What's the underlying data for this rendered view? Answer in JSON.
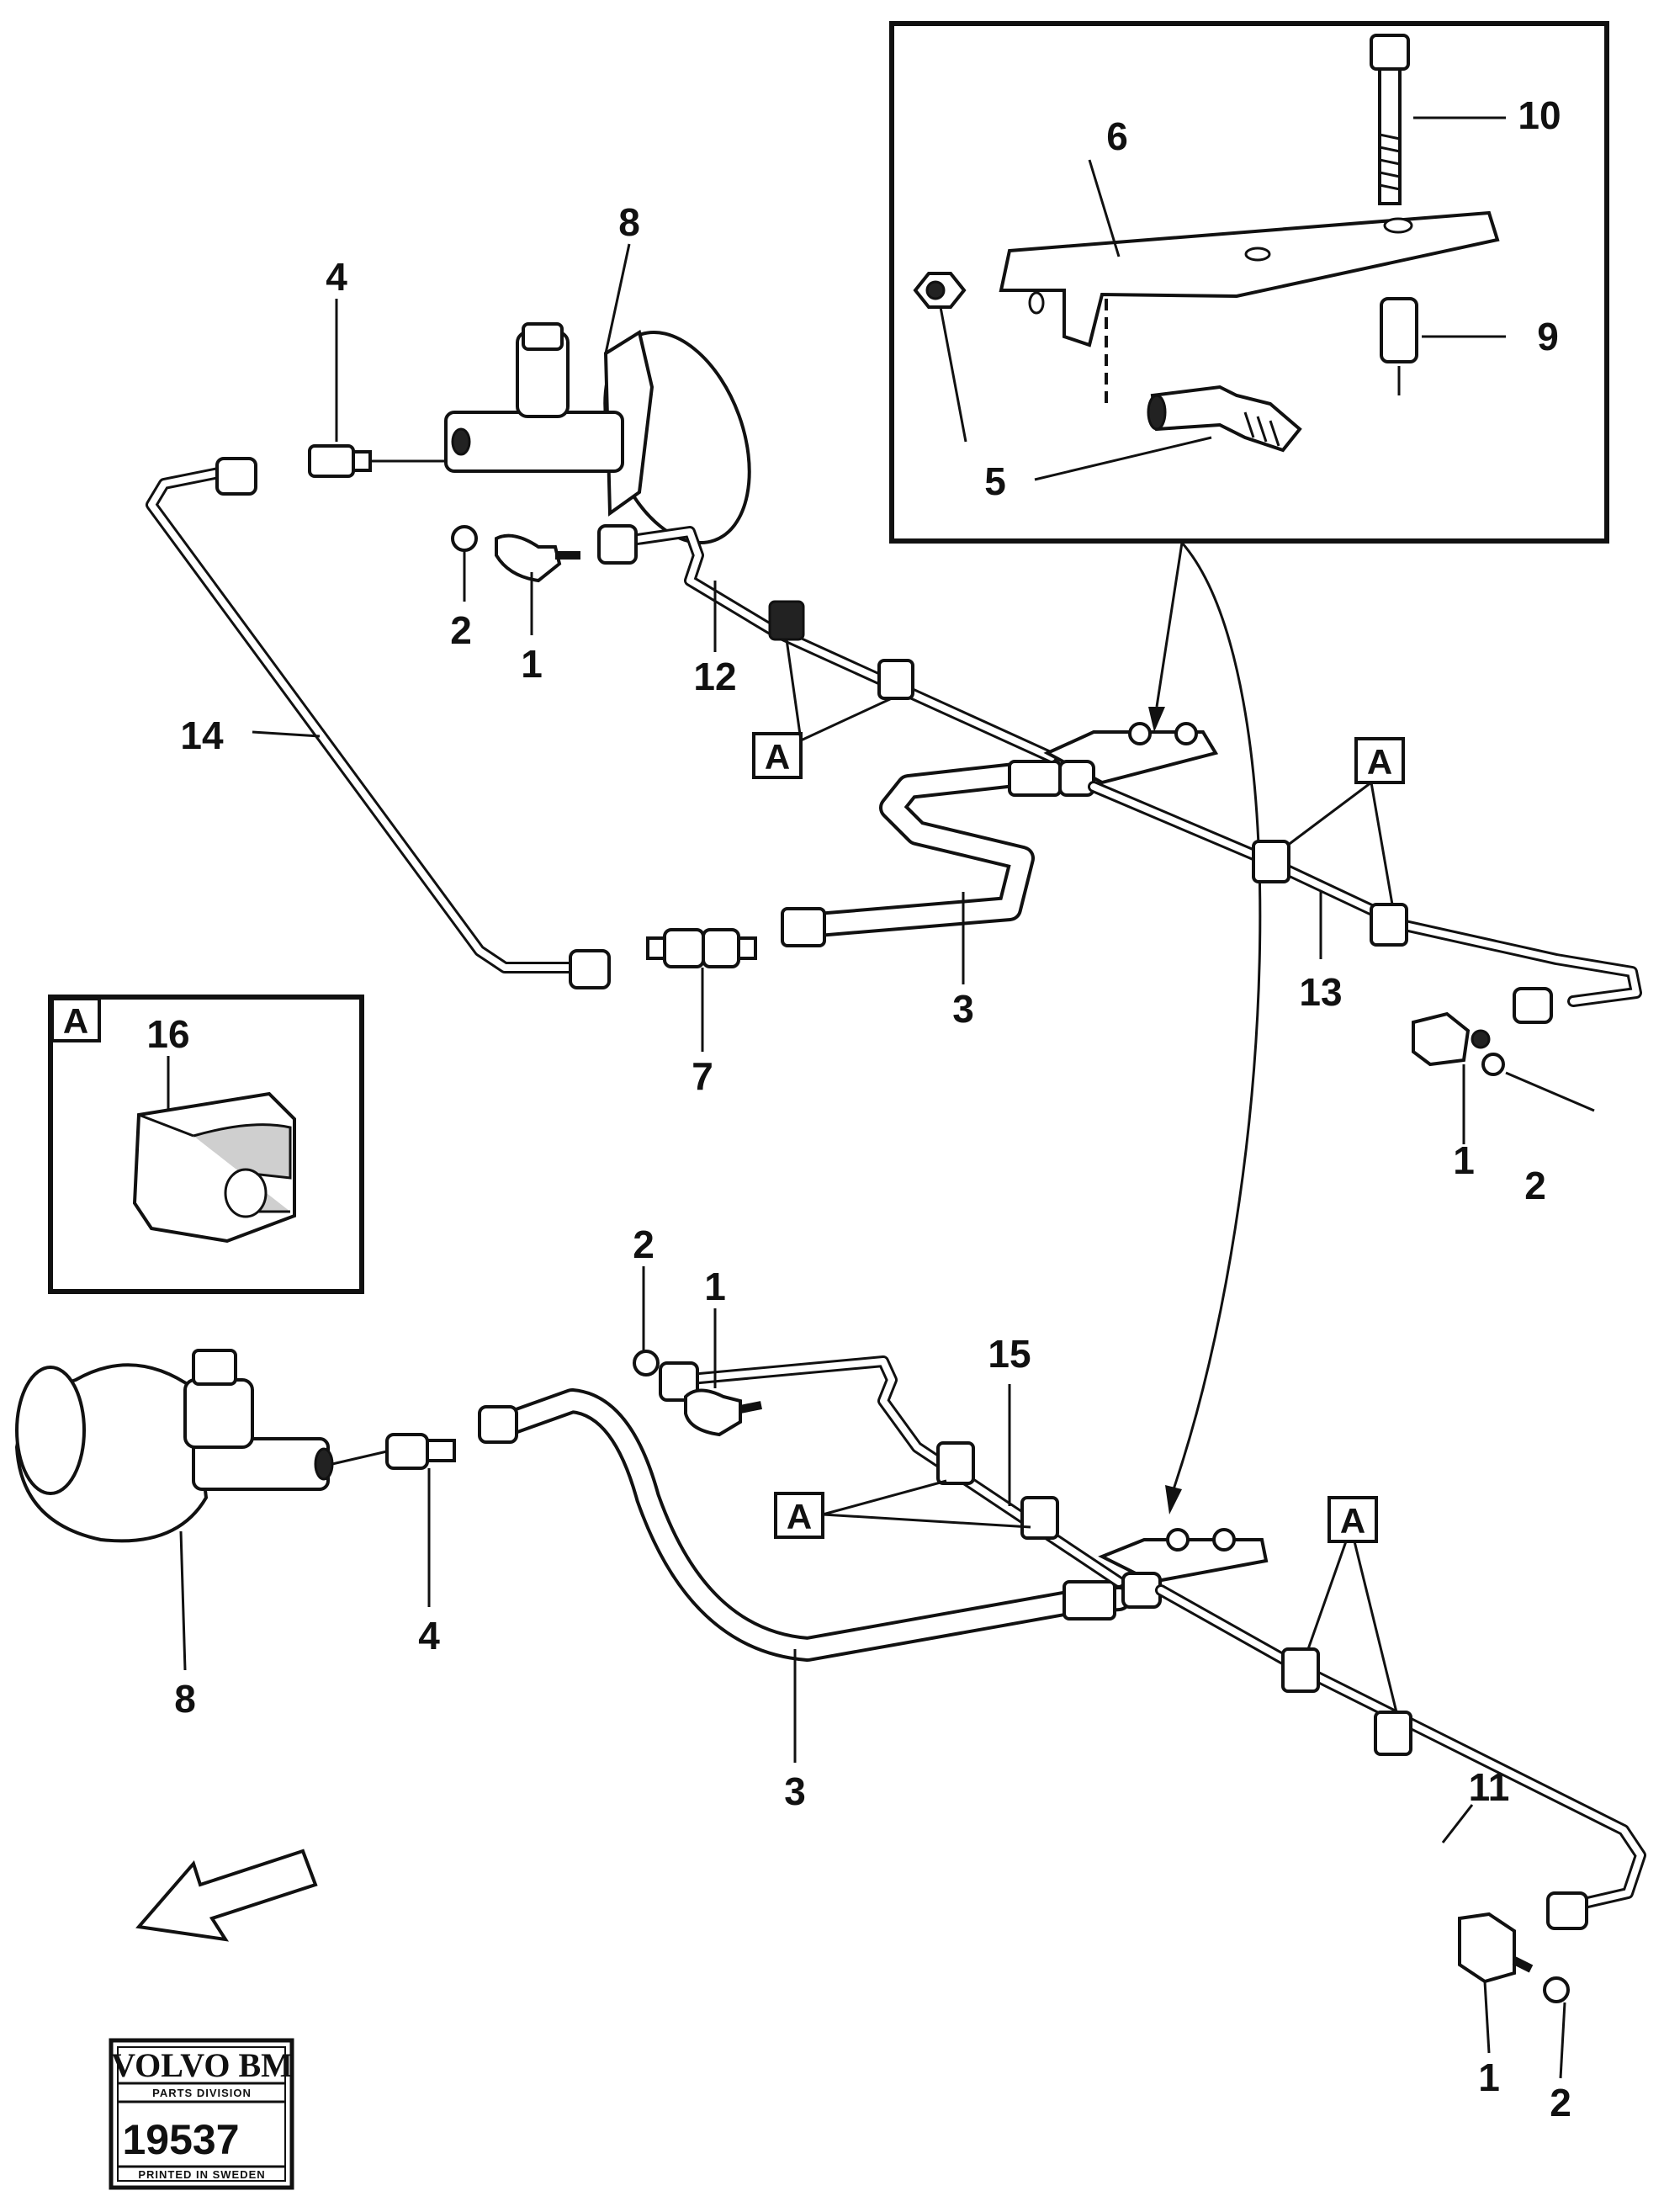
{
  "callouts": {
    "top": {
      "n8": "8",
      "n4": "4",
      "n2": "2",
      "n1": "1",
      "n12": "12",
      "n14": "14",
      "n7": "7",
      "n3": "3",
      "n13": "13",
      "n1b": "1",
      "n2b": "2"
    },
    "inset": {
      "n6": "6",
      "n10": "10",
      "n9": "9",
      "n5": "5"
    },
    "bottom": {
      "n2": "2",
      "n1": "1",
      "n15": "15",
      "n8": "8",
      "n4": "4",
      "n3": "3",
      "n11": "11",
      "n1b": "1",
      "n2b": "2"
    },
    "legend16": "16"
  },
  "clip_marker": "A",
  "stamp": {
    "brand": "VOLVO BM",
    "division": "PARTS DIVISION",
    "number": "19537",
    "footer": "PRINTED IN SWEDEN"
  },
  "icons": [
    "direction-arrow-icon",
    "clip-icon"
  ]
}
